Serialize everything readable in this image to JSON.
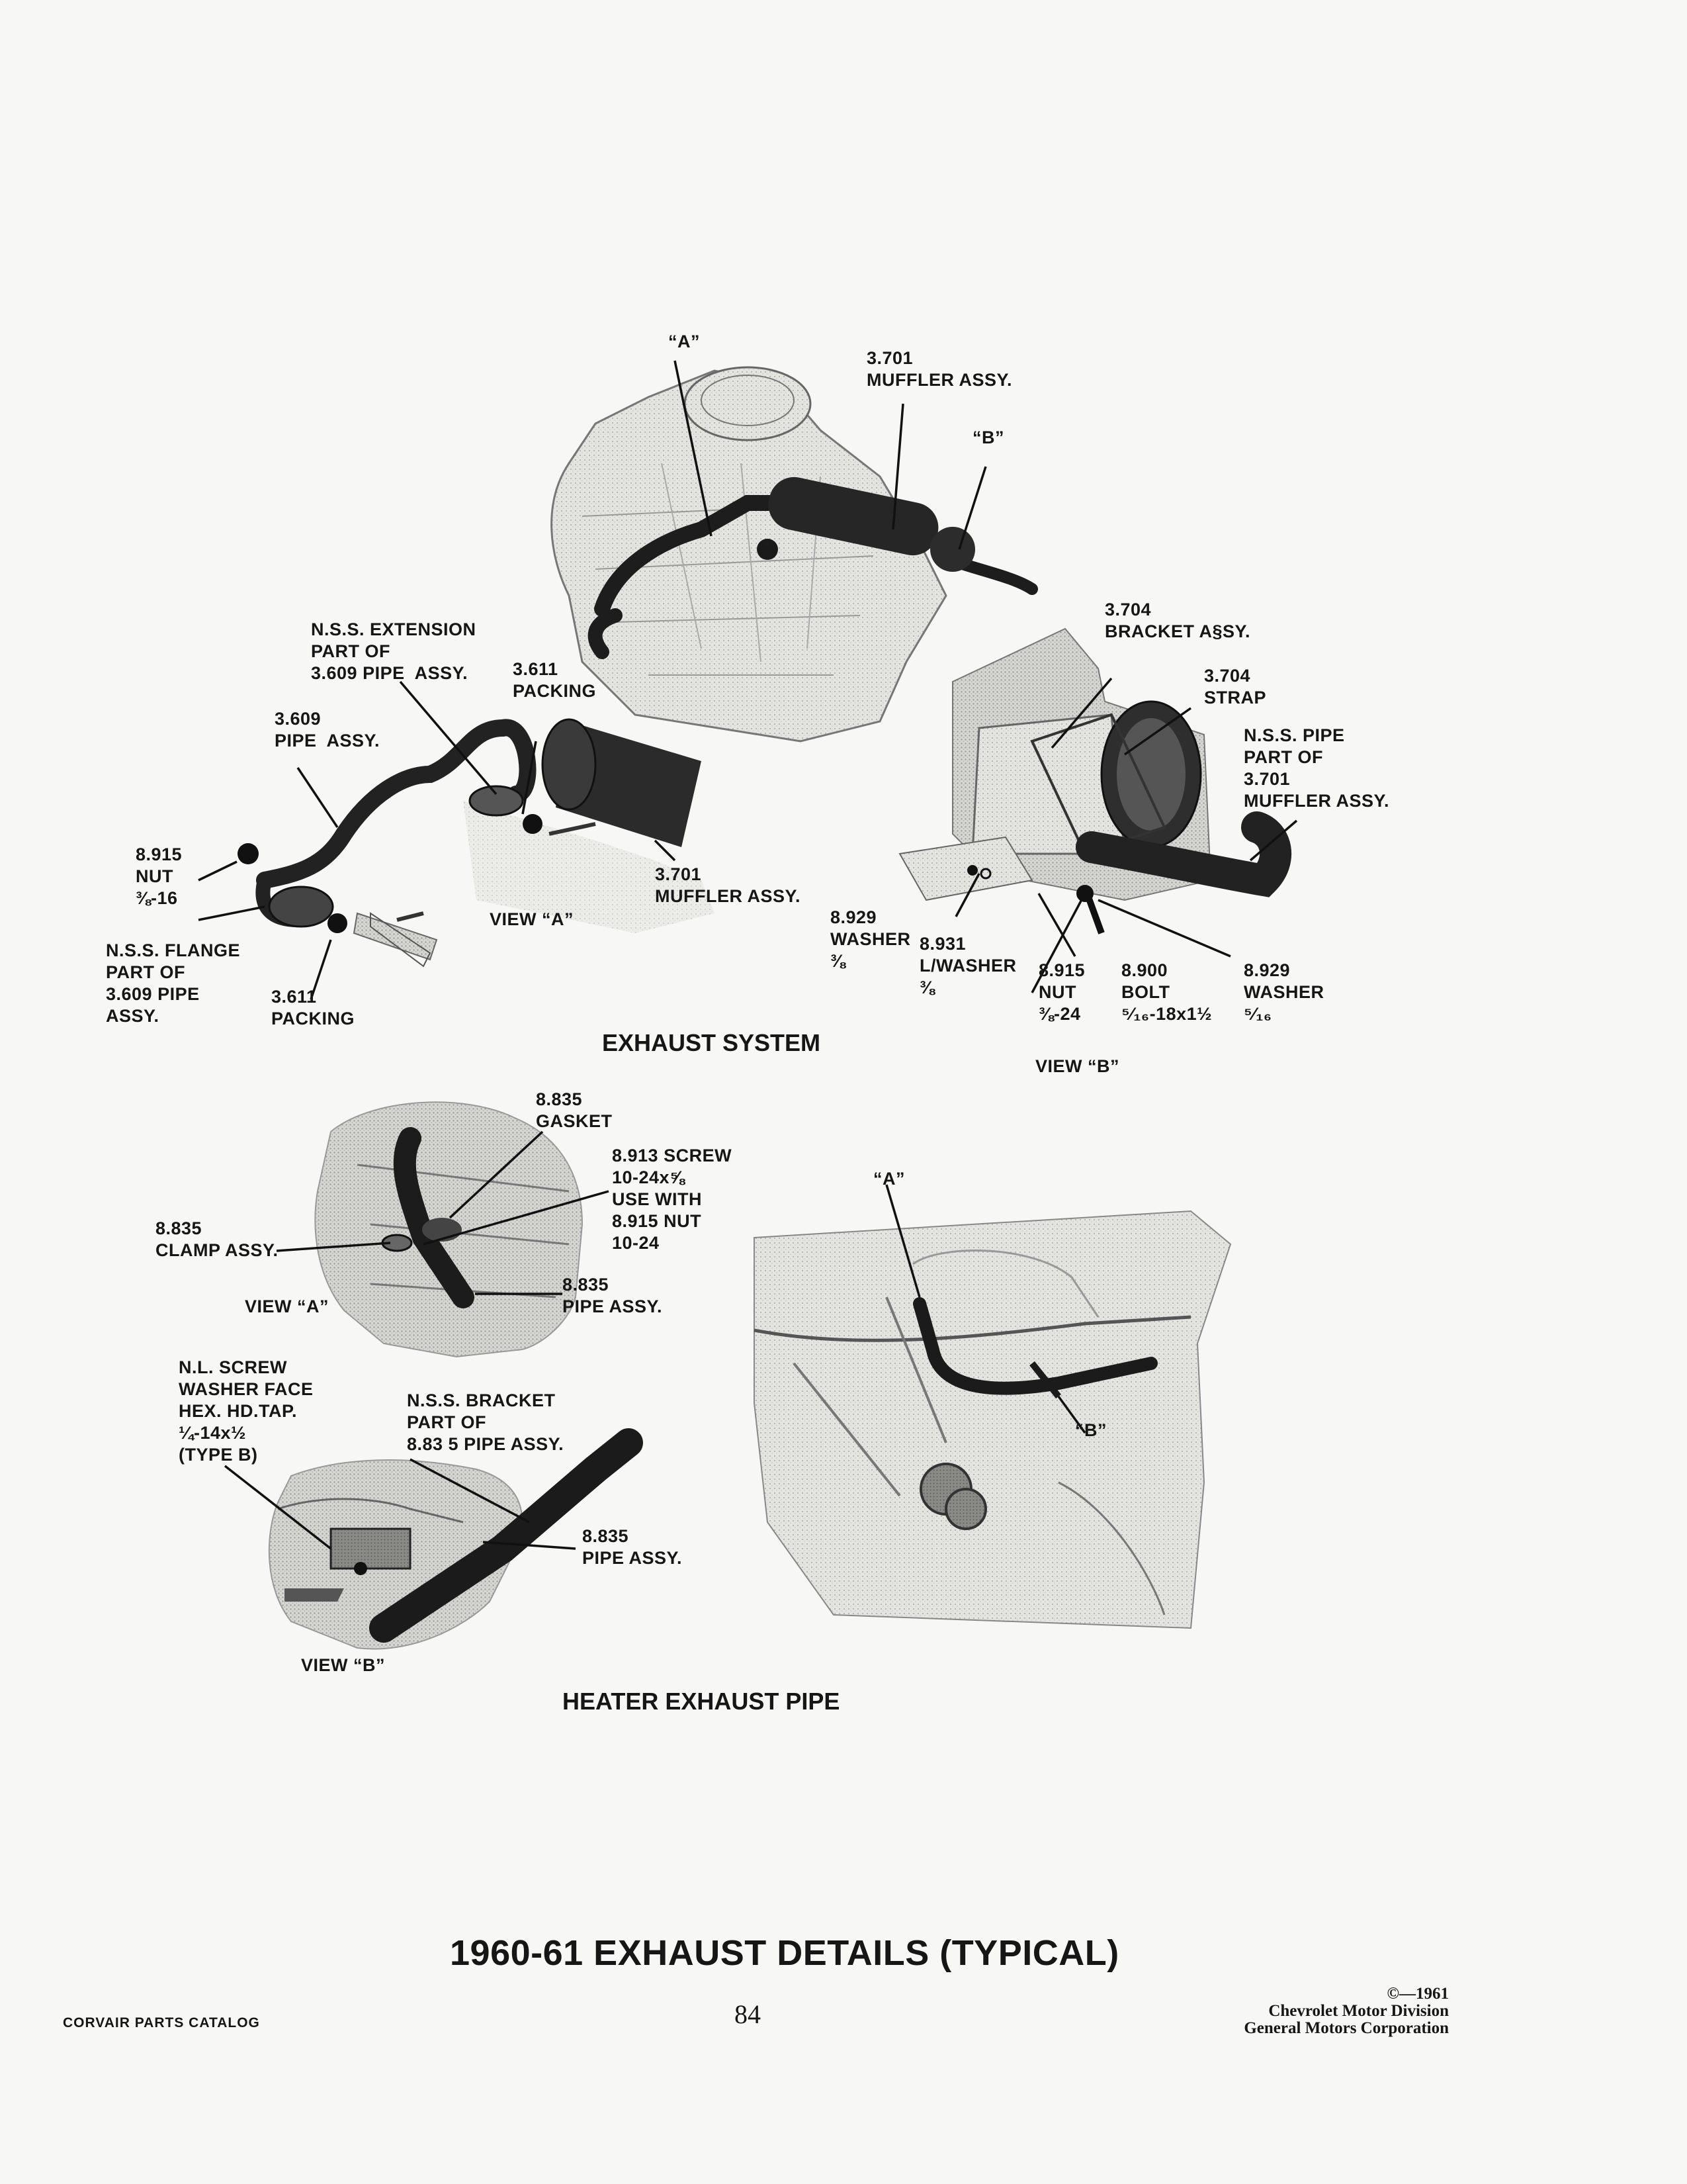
{
  "exhaust_system": {
    "labels": {
      "view_a_marker": "“A”",
      "muffler_top": "3.701\nMUFFLER ASSY.",
      "view_b_marker": "“B”",
      "bracket": "3.704\nBRACKET A§SY.",
      "strap": "3.704\nSTRAP",
      "nss_pipe": "N.S.S. PIPE\nPART OF\n3.701\nMUFFLER ASSY.",
      "nss_extension": "N.S.S. EXTENSION\nPART OF\n3.609 PIPE  ASSY.",
      "packing_top": "3.611\nPACKING",
      "pipe_assy": "3.609\nPIPE  ASSY.",
      "nut_left": "8.915\nNUT\n⅜-16",
      "muffler_view_a": "3.701\nMUFFLER ASSY.",
      "view_a_caption": "VIEW “A”",
      "nss_flange": "N.S.S. FLANGE\nPART OF\n3.609 PIPE\nASSY.",
      "packing_bottom": "3.611\nPACKING",
      "washer_left": "8.929\nWASHER\n⅜",
      "lwasher": "8.931\nL/WASHER\n⅜",
      "nut_right": "8.915\nNUT\n⅜-24",
      "bolt": "8.900\nBOLT\n⁵⁄₁₆-18x1½",
      "washer_right": "8.929\nWASHER\n⁵⁄₁₆",
      "view_b_caption": "VIEW “B”"
    },
    "title": "EXHAUST SYSTEM"
  },
  "heater_exhaust": {
    "labels": {
      "gasket": "8.835\nGASKET",
      "screw": "8.913 SCREW\n10-24x⅝\nUSE WITH\n8.915 NUT\n10-24",
      "clamp": "8.835\nCLAMP ASSY.",
      "pipe_top": "8.835\nPIPE ASSY.",
      "view_a_caption": "VIEW “A”",
      "view_a_marker": "“A”",
      "nl_screw": "N.L. SCREW\nWASHER FACE\nHEX. HD.TAP.\n¼-14x½\n(TYPE B)",
      "nss_bracket": "N.S.S. BRACKET\nPART OF\n8.83 5 PIPE ASSY.",
      "pipe_bottom": "8.835\nPIPE ASSY.",
      "view_b_marker": "“B”",
      "view_b_caption": "VIEW “B”"
    },
    "title": "HEATER EXHAUST PIPE"
  },
  "page": {
    "main_title": "1960-61 EXHAUST DETAILS (TYPICAL)",
    "catalog": "CORVAIR PARTS CATALOG",
    "page_number": "84",
    "copyright": "©—1961",
    "division": "Chevrolet Motor Division",
    "corporation": "General Motors Corporation"
  }
}
